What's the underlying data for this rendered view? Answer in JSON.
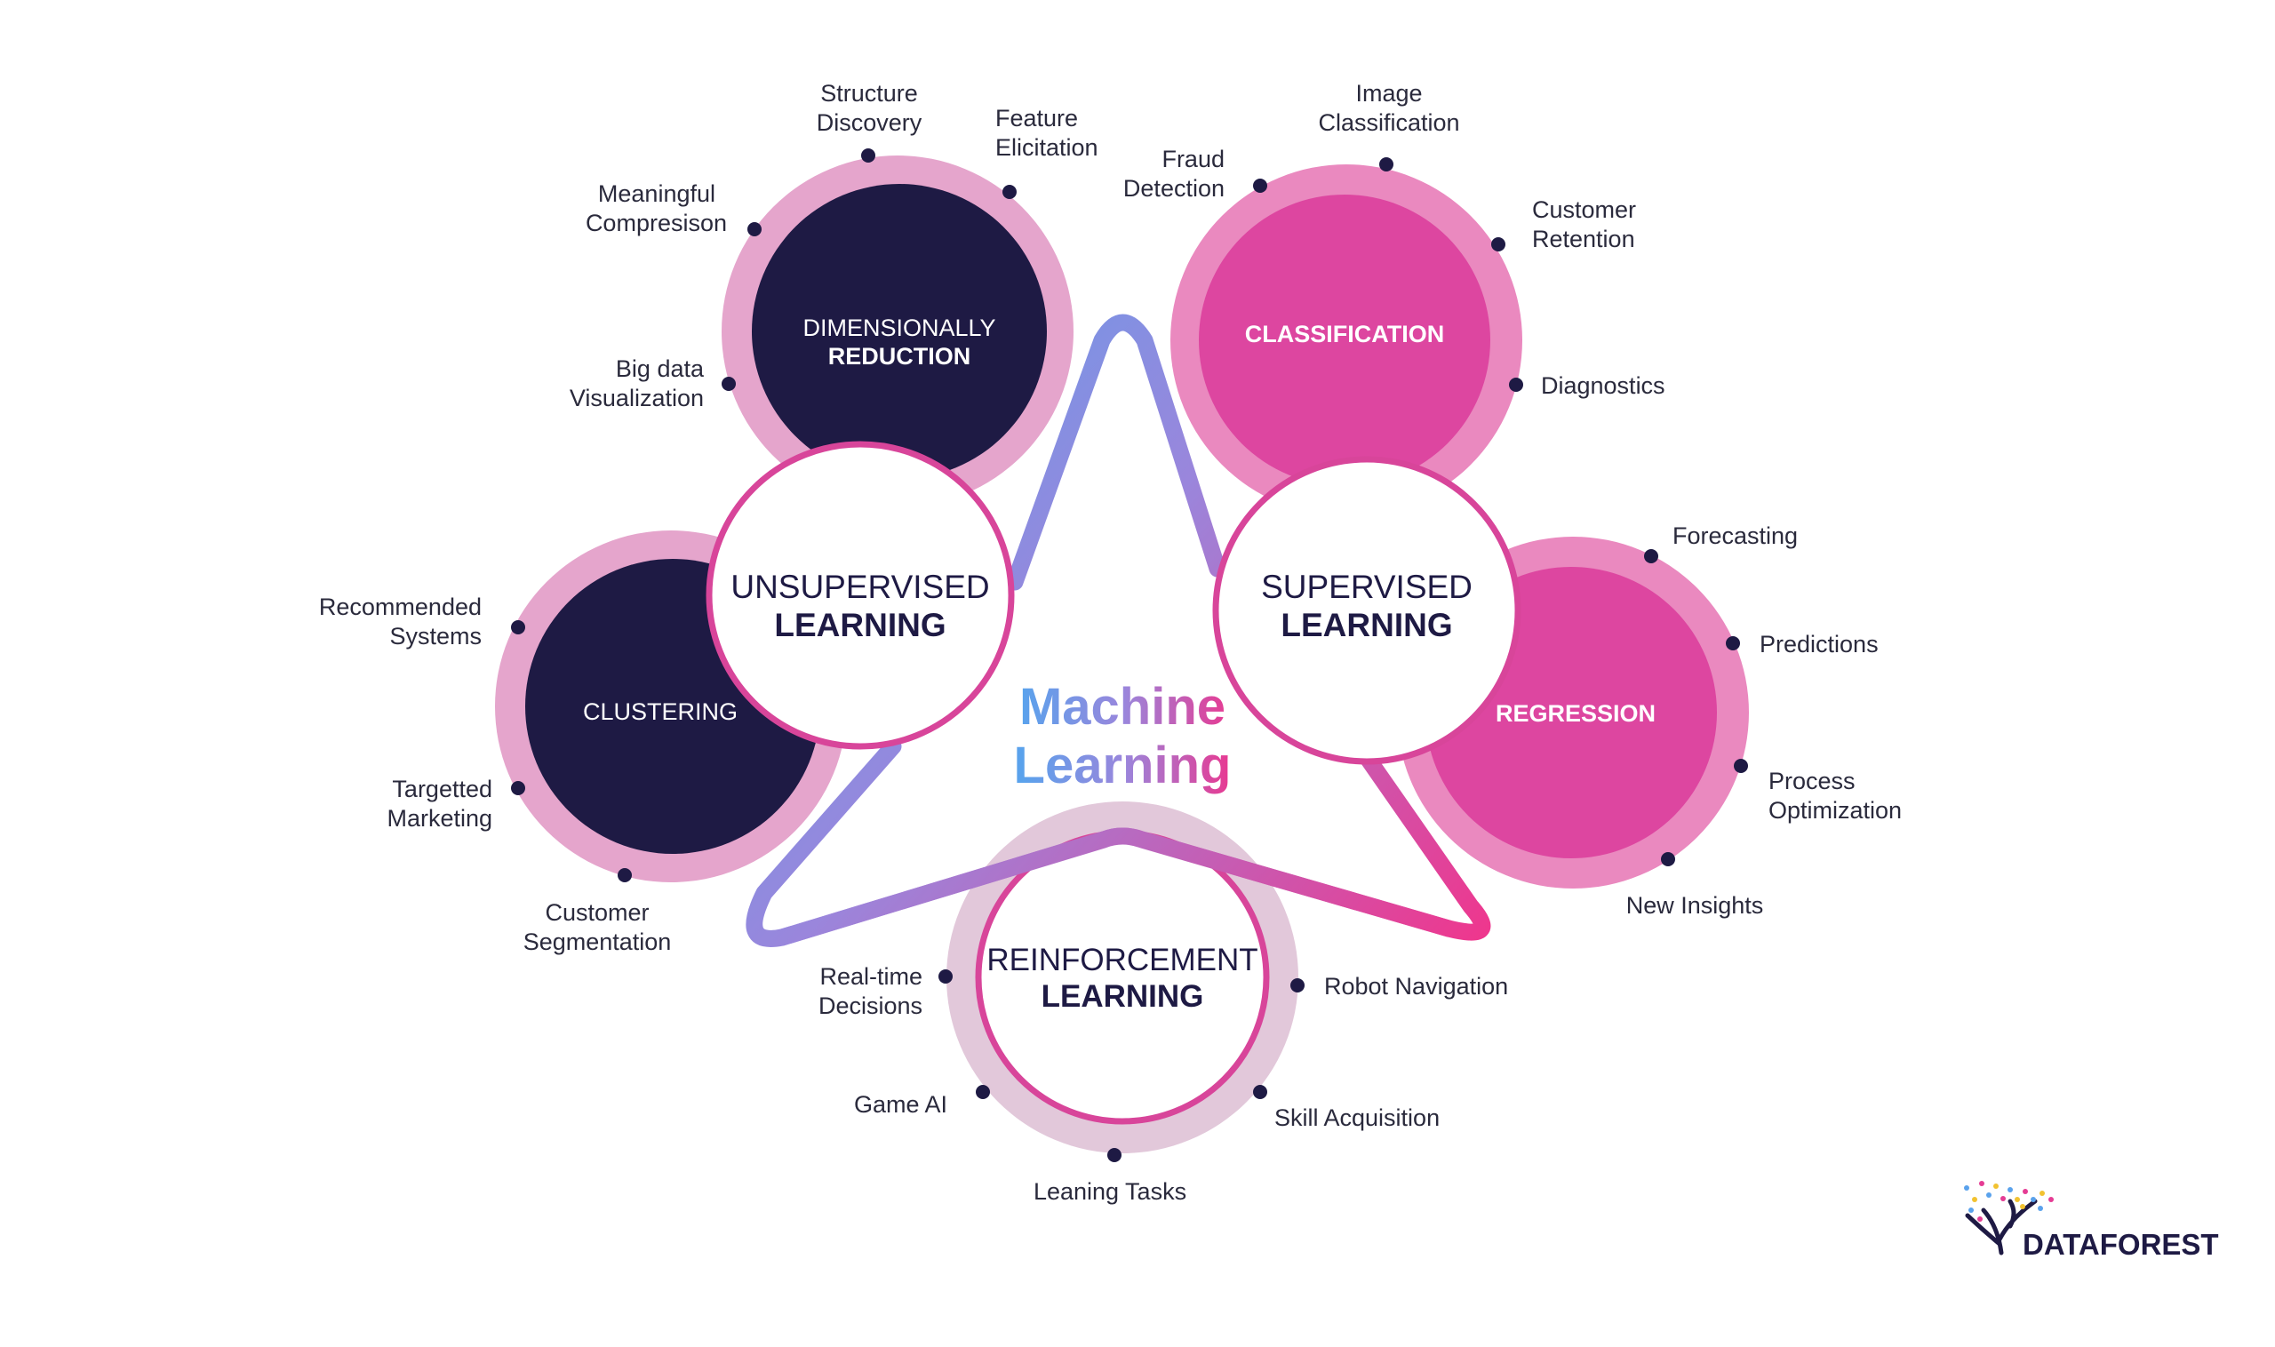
{
  "title": {
    "line1": "Machine",
    "line2": "Learning"
  },
  "hubs": [
    {
      "id": "unsupervised",
      "line1": "UNSUPERVISED",
      "line2": "LEARNING"
    },
    {
      "id": "supervised",
      "line1": "SUPERVISED",
      "line2": "LEARNING"
    },
    {
      "id": "reinforcement",
      "line1": "REINFORCEMENT",
      "line2": "LEARNING"
    }
  ],
  "categories": [
    {
      "id": "dimensionally-reduction",
      "line1": "DIMENSIONALLY",
      "line2": "REDUCTION",
      "fill": "#1e1a44",
      "ring": "#e5a5cc"
    },
    {
      "id": "clustering",
      "line1": "CLUSTERING",
      "line2": "",
      "fill": "#1e1a44",
      "ring": "#e5a5cc"
    },
    {
      "id": "classification",
      "line1": "CLASSIFICATION",
      "line2": "",
      "fill": "#dd46a0",
      "ring": "#ea89bf"
    },
    {
      "id": "regression",
      "line1": "REGRESSION",
      "line2": "",
      "fill": "#dd46a0",
      "ring": "#ea89bf"
    }
  ],
  "applications": {
    "dimensionally-reduction": [
      {
        "lines": [
          "Structure",
          "Discovery"
        ]
      },
      {
        "lines": [
          "Feature",
          "Elicitation"
        ]
      },
      {
        "lines": [
          "Meaningful",
          "Compresison"
        ]
      },
      {
        "lines": [
          "Big data",
          "Visualization"
        ]
      }
    ],
    "clustering": [
      {
        "lines": [
          "Recommended",
          "Systems"
        ]
      },
      {
        "lines": [
          "Targetted",
          "Marketing"
        ]
      },
      {
        "lines": [
          "Customer",
          "Segmentation"
        ]
      }
    ],
    "classification": [
      {
        "lines": [
          "Image",
          "Classification"
        ]
      },
      {
        "lines": [
          "Fraud",
          "Detection"
        ]
      },
      {
        "lines": [
          "Customer",
          "Retention"
        ]
      },
      {
        "lines": [
          "Diagnostics"
        ]
      }
    ],
    "regression": [
      {
        "lines": [
          "Forecasting"
        ]
      },
      {
        "lines": [
          "Predictions"
        ]
      },
      {
        "lines": [
          "Process",
          "Optimization"
        ]
      },
      {
        "lines": [
          "New Insights"
        ]
      }
    ],
    "reinforcement": [
      {
        "lines": [
          "Real-time",
          "Decisions"
        ]
      },
      {
        "lines": [
          "Robot Navigation"
        ]
      },
      {
        "lines": [
          "Game AI"
        ]
      },
      {
        "lines": [
          "Skill Acquisition"
        ]
      },
      {
        "lines": [
          "Leaning Tasks"
        ]
      }
    ]
  },
  "logo": {
    "text": "DATAFOREST"
  },
  "colors": {
    "navy": "#1e1a44",
    "pink": "#dd46a0",
    "blue": "#5aa2ec",
    "purple": "#9a86dc",
    "magenta": "#e53c94"
  }
}
